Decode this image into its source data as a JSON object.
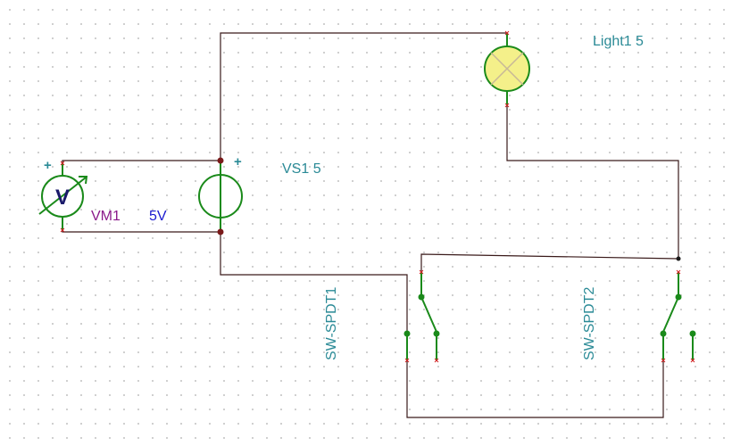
{
  "components": {
    "voltmeter": {
      "symbol": "V",
      "name": "VM1",
      "reading": "5V",
      "plus": "+"
    },
    "voltage_source": {
      "label": "VS1 5",
      "plus": "+"
    },
    "lamp": {
      "label": "Light1 5"
    },
    "switch1": {
      "label": "SW-SPDT1"
    },
    "switch2": {
      "label": "SW-SPDT2"
    }
  },
  "colors": {
    "wire": "#3a1a1a",
    "component": "#1a8a1a",
    "label_teal": "#2a8a96",
    "label_purple": "#8a1a8a",
    "label_blue": "#1a1ad0",
    "lamp_fill": "#f4f08a",
    "junction": "#7a1a1a",
    "terminal_x": "#d02020"
  }
}
